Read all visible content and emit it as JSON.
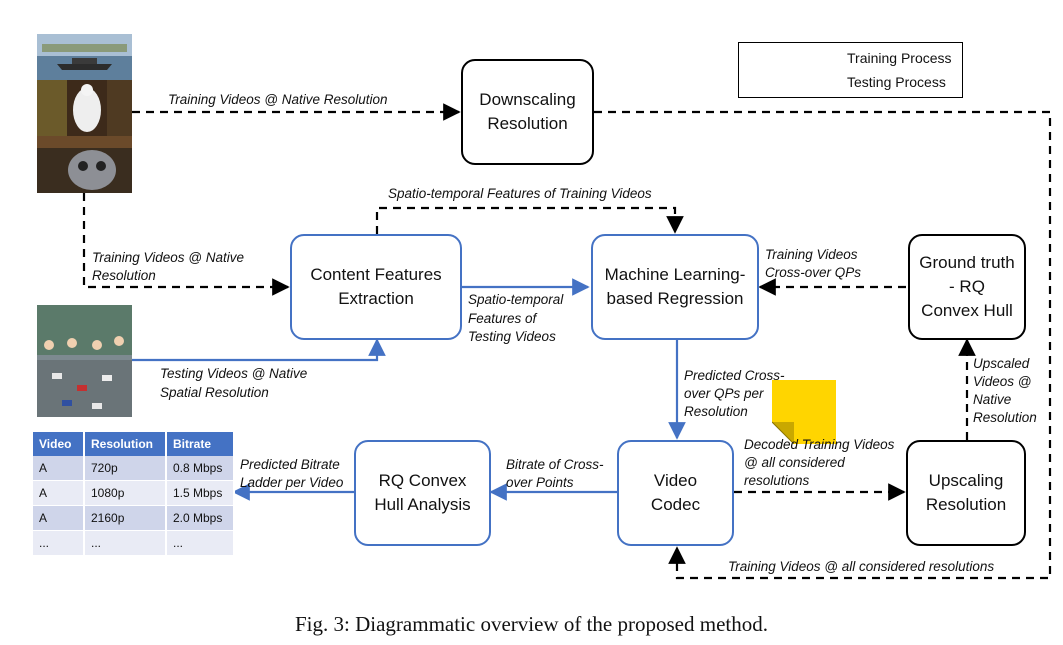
{
  "legend": {
    "training": "Training Process",
    "testing": "Testing Process"
  },
  "nodes": {
    "downscaling": "Downscaling Resolution",
    "content_features": "Content Features Extraction",
    "ml_regression": "Machine Learning-based Regression",
    "ground_truth": "Ground truth - RQ Convex Hull",
    "video_codec": "Video Codec",
    "rq_convex": "RQ Convex Hull Analysis",
    "upscaling": "Upscaling Resolution"
  },
  "edges": {
    "training_native": "Training Videos @ Native Resolution",
    "spatio_temporal_training": "Spatio-temporal Features of Training Videos",
    "training_native_2a": "Training Videos @ Native",
    "training_native_2b": "Resolution",
    "crossover_1": "Training Videos",
    "crossover_2": "Cross-over QPs",
    "st_testing_1": "Spatio-temporal",
    "st_testing_2": "Features of",
    "st_testing_3": "Testing Videos",
    "testing_native_1": "Testing Videos @ Native",
    "testing_native_2": "Spatial Resolution",
    "predicted_qps_1": "Predicted Cross-",
    "predicted_qps_2": "over QPs per",
    "predicted_qps_3": "Resolution",
    "upscaled_1": "Upscaled",
    "upscaled_2": "Videos @",
    "upscaled_3": "Native",
    "upscaled_4": "Resolution",
    "decoded_1": "Decoded Training Videos",
    "decoded_2": "@ all considered",
    "decoded_3": "resolutions",
    "bitrate_cross_1": "Bitrate of Cross-",
    "bitrate_cross_2": "over Points",
    "ladder_1": "Predicted Bitrate",
    "ladder_2": "Ladder per Video",
    "all_resolutions": "Training Videos @ all considered resolutions"
  },
  "table": {
    "headers": [
      "Video",
      "Resolution",
      "Bitrate"
    ],
    "rows": [
      [
        "A",
        "720p",
        "0.8 Mbps"
      ],
      [
        "A",
        "1080p",
        "1.5 Mbps"
      ],
      [
        "A",
        "2160p",
        "2.0 Mbps"
      ],
      [
        "...",
        "...",
        "..."
      ]
    ]
  },
  "caption": "Fig. 3: Diagrammatic overview of the proposed method.",
  "colors": {
    "testing": "#4472c4",
    "training": "#000000",
    "note": "#ffd500"
  }
}
